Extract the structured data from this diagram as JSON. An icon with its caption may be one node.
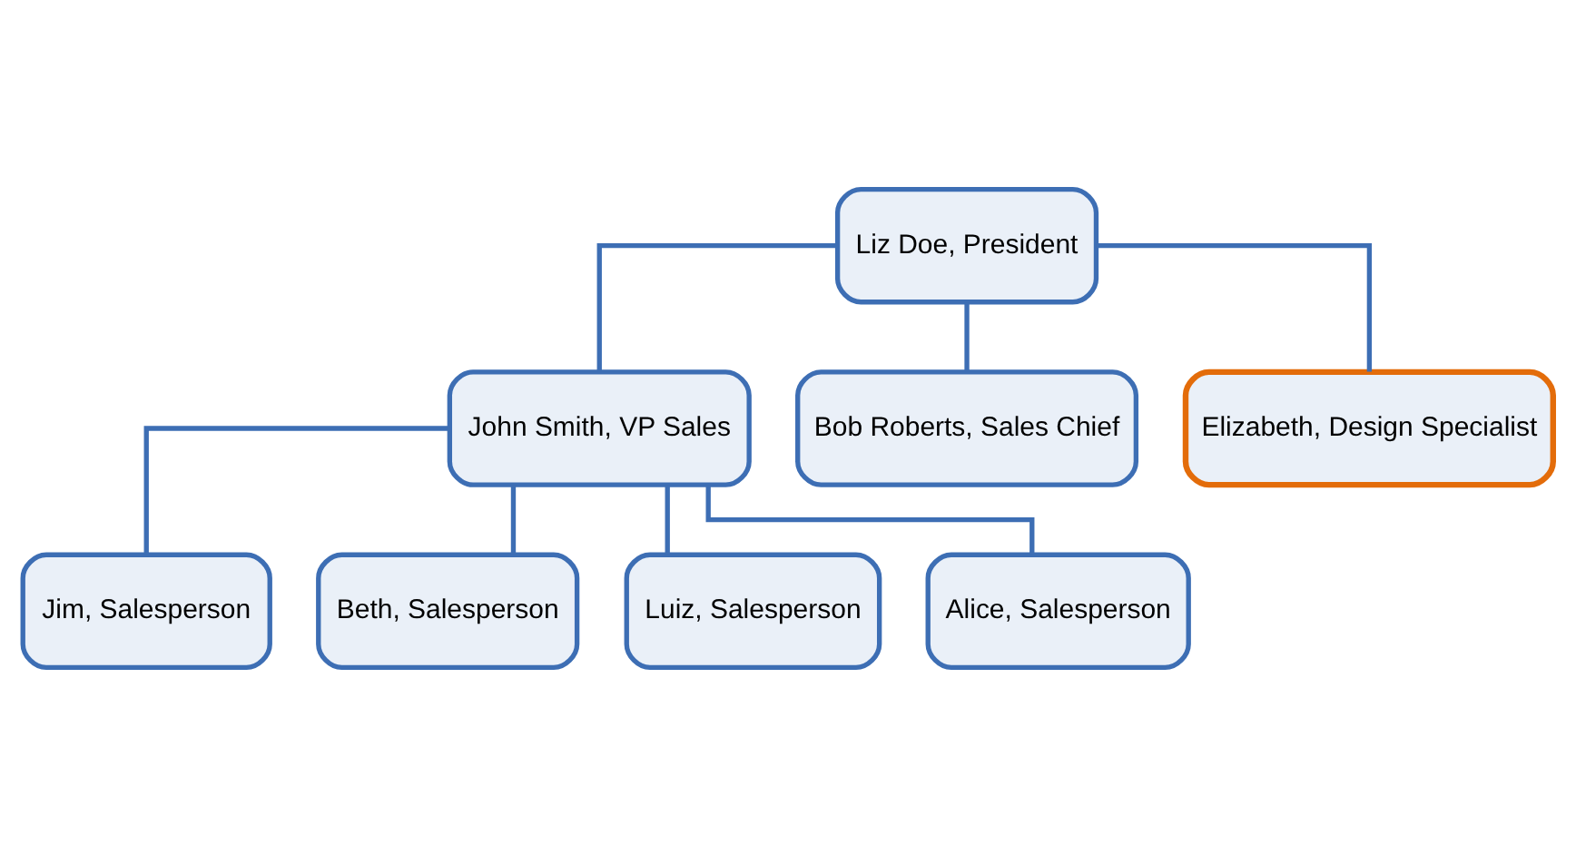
{
  "diagram": {
    "nodes": [
      {
        "text": [
          "Liz Doe, President"
        ]
      },
      {
        "text": [
          "John Smith, VP Sales"
        ]
      },
      {
        "text": [
          "Bob Roberts, Sales Chief"
        ]
      },
      {
        "text": [
          "Elizabeth, Design Specialist"
        ]
      },
      {
        "text": [
          "Jim, Salesperson"
        ]
      },
      {
        "text": [
          "Beth, Salesperson"
        ]
      },
      {
        "text": [
          "Luiz, Salesperson"
        ]
      },
      {
        "text": [
          "Alice, Salesperson"
        ]
      }
    ],
    "edges": [
      {
        "from": 0,
        "to": 1,
        "arrow": "none"
      },
      {
        "from": 0,
        "to": 2,
        "arrow": "none"
      },
      {
        "from": 0,
        "to": 3,
        "arrow": "none"
      },
      {
        "from": 1,
        "to": 4,
        "arrow": "none"
      },
      {
        "from": 1,
        "to": 5,
        "arrow": "none"
      },
      {
        "from": 1,
        "to": 6,
        "arrow": "none"
      },
      {
        "from": 1,
        "to": 7,
        "arrow": "none"
      }
    ]
  }
}
